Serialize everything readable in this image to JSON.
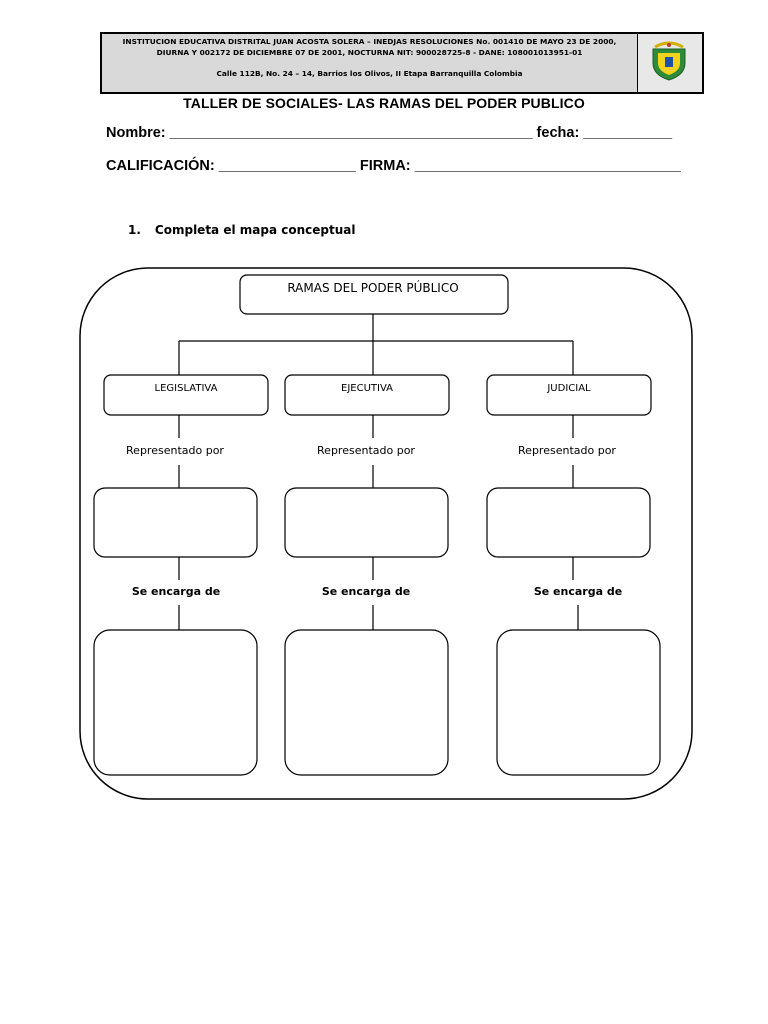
{
  "header": {
    "line1": "INSTITUCION EDUCATIVA DISTRITAL JUAN ACOSTA SOLERA – INEDJAS RESOLUCIONES No. 001410 DE MAYO 23 DE 2000,",
    "line2": "DIURNA Y 002172 DE DICIEMBRE 07 DE 2001, NOCTURNA NIT: 900028725-8 - DANE: 108001013951-01",
    "line3": "Calle 112B, No. 24 – 14, Barrios los Olivos, II Etapa Barranquilla Colombia",
    "logo_icon": "school-crest-icon"
  },
  "title": "TALLER DE SOCIALES- LAS RAMAS DEL PODER PUBLICO",
  "fields": {
    "nombre": "Nombre: _____________________________________________ fecha: ___________",
    "calificacion": "CALIFICACIÓN: _________________ FIRMA: _________________________________"
  },
  "instruction": {
    "number": "1.",
    "text": "Completa el mapa conceptual"
  },
  "concept_map": {
    "root": "RAMAS DEL PODER PÚBLICO",
    "branches": [
      {
        "name": "LEGISLATIVA",
        "represented_label": "Representado por",
        "task_label": "Se encarga de"
      },
      {
        "name": "EJECUTIVA",
        "represented_label": "Representado por",
        "task_label": "Se encarga de"
      },
      {
        "name": "JUDICIAL",
        "represented_label": "Representado por",
        "task_label": "Se encarga de"
      }
    ]
  }
}
